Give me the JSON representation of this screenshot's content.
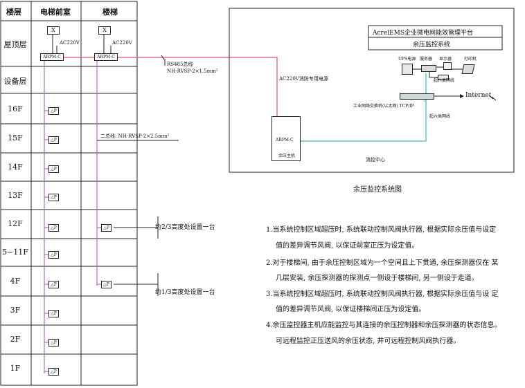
{
  "table": {
    "col_floor": "楼层",
    "col_elevator": "电梯前室",
    "col_stair": "楼梯",
    "floors": [
      "屋顶层",
      "设备层",
      "16F",
      "15F",
      "14F",
      "13F",
      "12F",
      "5~11F",
      "4F",
      "3F",
      "2F",
      "1F"
    ]
  },
  "roof": {
    "x_mark": "X",
    "ac_label": "AC220V",
    "controller_label": "ARPM-C"
  },
  "sensor_label": "△P",
  "bus": {
    "rs485_label": "RS485总线",
    "rs485_cable": "NH-RVSP-2×1.5mm²",
    "two_wire_label": "二总线: NH-RVSP-2×2.5mm²"
  },
  "stair_notes": {
    "upper": "约2/3高度处设置一台",
    "lower": "约1/3高度处设置一台"
  },
  "center": {
    "platform_title": "AcrelEMS企业微电网能效管理平台",
    "platform_sub": "余压监控系统",
    "ups": "UPS电源",
    "server": "服务器",
    "monitor": "显示器",
    "printer": "打印机",
    "cat6_a": "超六类网线",
    "cat6_b": "超六类网线",
    "internet": "Internet",
    "switch_label": "工业网络交换机(以太网) TCP/IP",
    "fire_power": "AC220V消防专用电源",
    "host_model": "ARPM-C",
    "host_name": "余压主机",
    "room_name": "消控中心",
    "caption": "余压监控系统图"
  },
  "notes": [
    [
      "1.当系统控制区域超压时, 系统联动控制风阀执行器, 根据实际余压值与设定",
      "值的差异调节风阀, 以保证前室正压为设定值。"
    ],
    [
      "2.对于楼梯间, 由于余压控制区域为一个空间且上下贯通, 余压探测器仅在 某",
      "几层安装, 余压探测器的探测点一侧设于楼梯间, 另一侧设于走道。"
    ],
    [
      "3.当系统控制区域超压时, 系统联动控制风阀执行器, 根据实际余压值与设 定",
      "值的差异调节风阀, 以保证楼梯间正压为设定值。"
    ],
    [
      "4.余压监控器主机应能监控与其连接的余压控制器和余压探测器的状态信息。",
      "可远程监控正压送风的余压状态, 并可远程控制风阀执行器。"
    ]
  ],
  "colors": {
    "bus_red": "#e0506a",
    "two_wire_purple": "#b070c0",
    "cyan_link": "#40b0b8",
    "line": "#222222"
  }
}
